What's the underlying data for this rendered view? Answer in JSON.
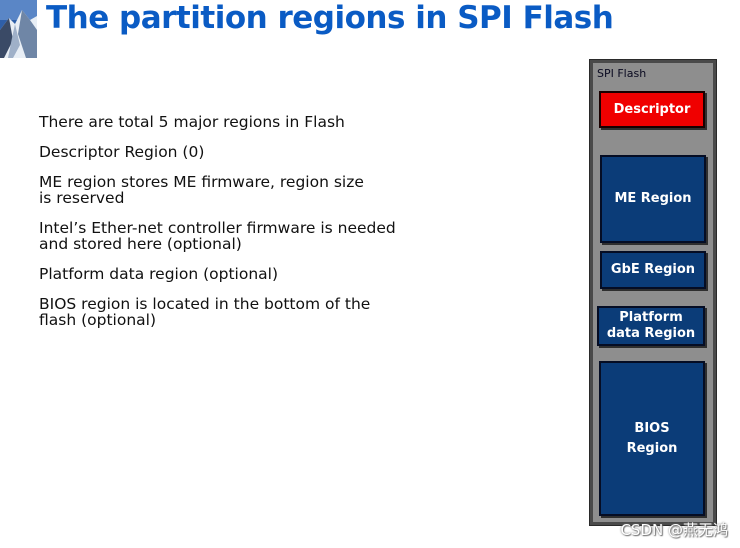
{
  "title": "The partition regions in SPI Flash",
  "bullets": [
    [
      "There are total 5 major regions in Flash"
    ],
    [
      "Descriptor Region (0)"
    ],
    [
      "ME region stores ME firmware, region size",
      "is reserved"
    ],
    [
      "Intel’s Ether-net controller firmware is needed",
      "and stored here (optional)"
    ],
    [
      "Platform data region (optional)"
    ],
    [
      "BIOS region is located in the bottom of the",
      "flash (optional)"
    ]
  ],
  "flash": {
    "label": "SPI Flash",
    "regions": {
      "descriptor": "Descriptor",
      "me": "ME Region",
      "gbe": "GbE Region",
      "platform_line1": "Platform",
      "platform_line2": "data Region",
      "bios_line1": "BIOS",
      "bios_line2": "Region"
    }
  },
  "watermark": "CSDN @燕无鸿",
  "colors": {
    "title": "#0a5bc4",
    "descriptor": "#f00000",
    "region": "#0b3c78",
    "flash_frame": "#8e8e8e"
  }
}
